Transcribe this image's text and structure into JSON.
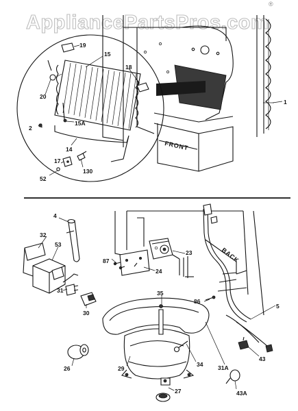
{
  "watermark": {
    "text": "AppliancePartsPros.com",
    "mark": "®"
  },
  "words": {
    "front": "FRONT",
    "back": "BACK"
  },
  "labels": [
    {
      "id": "l19",
      "text": "19"
    },
    {
      "id": "l15",
      "text": "15"
    },
    {
      "id": "l18",
      "text": "18"
    },
    {
      "id": "l20",
      "text": "20"
    },
    {
      "id": "l15a",
      "text": "15A"
    },
    {
      "id": "l2",
      "text": "2"
    },
    {
      "id": "l14",
      "text": "14"
    },
    {
      "id": "l17",
      "text": "17"
    },
    {
      "id": "l130",
      "text": "130"
    },
    {
      "id": "l52",
      "text": "52"
    },
    {
      "id": "l1",
      "text": "1"
    },
    {
      "id": "l4",
      "text": "4"
    },
    {
      "id": "l32",
      "text": "32"
    },
    {
      "id": "l53",
      "text": "53"
    },
    {
      "id": "l87",
      "text": "87"
    },
    {
      "id": "l23",
      "text": "23"
    },
    {
      "id": "l24",
      "text": "24"
    },
    {
      "id": "l31",
      "text": "31"
    },
    {
      "id": "l30",
      "text": "30"
    },
    {
      "id": "l35",
      "text": "35"
    },
    {
      "id": "l86",
      "text": "86"
    },
    {
      "id": "l5",
      "text": "5"
    },
    {
      "id": "l26",
      "text": "26"
    },
    {
      "id": "l29",
      "text": "29"
    },
    {
      "id": "l34",
      "text": "34"
    },
    {
      "id": "l31a",
      "text": "31A"
    },
    {
      "id": "l43",
      "text": "43"
    },
    {
      "id": "l27",
      "text": "27"
    },
    {
      "id": "l43a",
      "text": "43A"
    }
  ]
}
